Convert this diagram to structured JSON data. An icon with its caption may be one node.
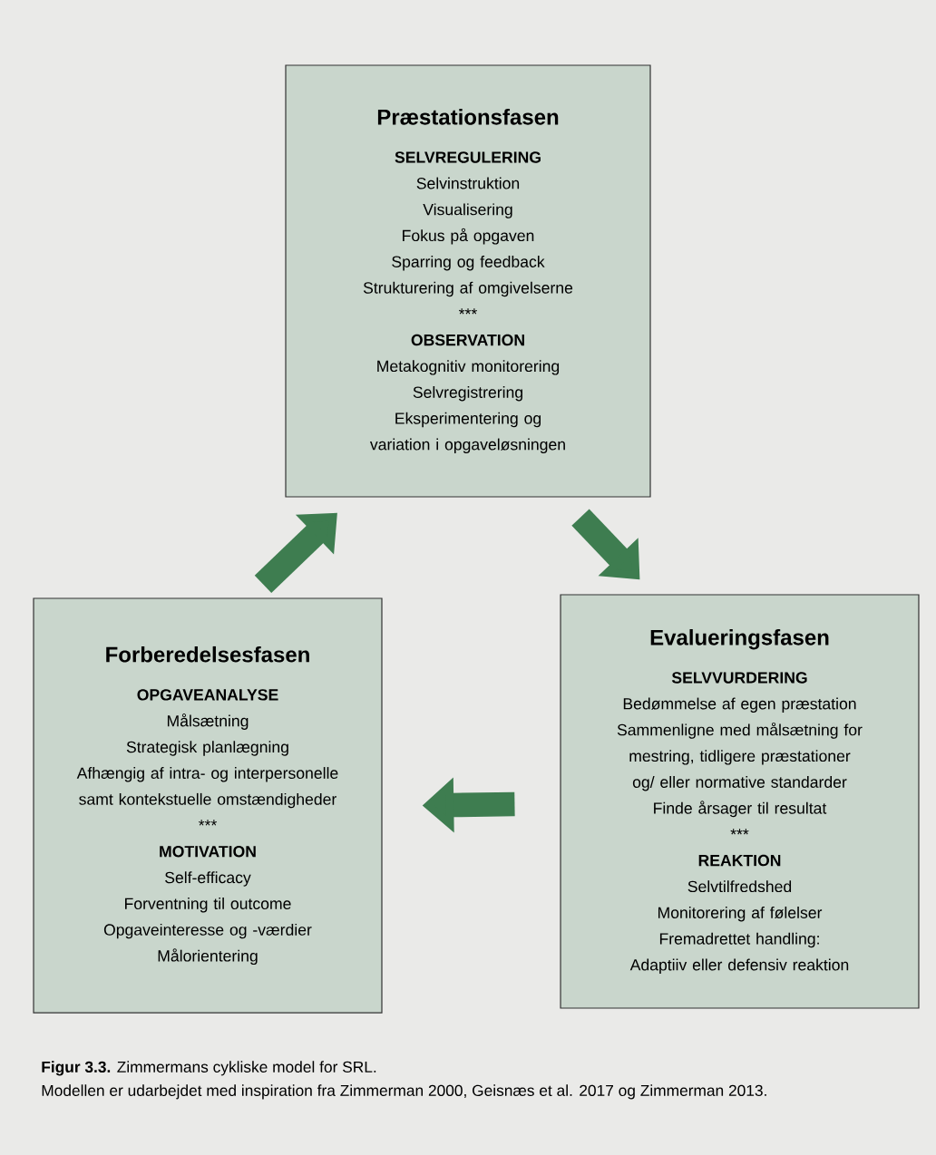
{
  "diagram": {
    "caption": "**Figur 3.3.** Zimmermans cykliske model for SRL.",
    "nodes": [
      {
        "text": [
          "Præstationsfasen",
          "SELVREGULERING",
          "Selvinstruktion",
          "Visualisering",
          "Fokus på opgaven",
          "Sparring og feedback",
          "Strukturering af omgivelserne",
          "***",
          "OBSERVATION",
          "Metakognitiv monitorering",
          "Selvregistrering",
          "Eksperimentering og variation i opgaveløsningen"
        ]
      },
      {
        "text": [
          "Forberedelsesfasen",
          "OPGAVEANALYSE",
          "Målsætning",
          "Strategisk planlægning",
          "Afhængig af intra- og interpersonelle samt kontekstuelle omstændigheder",
          "***",
          "MOTIVATION",
          "Self-efficacy",
          "Forventning til outcome",
          "Opgaveinteresse og -værdier",
          "Målorientering"
        ]
      },
      {
        "text": [
          "Evalueringsfasen",
          "SELVVURDERING",
          "Bedømmelse af egen præstation",
          "Sammenligne med målsætning for mestring, tidligere præstationer og/ eller normative standarder",
          "Finde årsager til resultat",
          "***",
          "REAKTION",
          "Selvtilfredshed",
          "Monitorering af følelser",
          "Fremadrettet handling: Adaptiiv eller defensiv reaktion"
        ]
      }
    ],
    "edges": [
      {
        "from": 1,
        "to": 0,
        "arrow": "to"
      },
      {
        "from": 0,
        "to": 2,
        "arrow": "to"
      },
      {
        "from": 2,
        "to": 1,
        "arrow": "to"
      }
    ],
    "labels": [
      "Modellen er udarbejdet med inspiration fra Zimmerman 2000, Geisnæs et al. 2017 og Zimmerman 2013."
    ]
  }
}
